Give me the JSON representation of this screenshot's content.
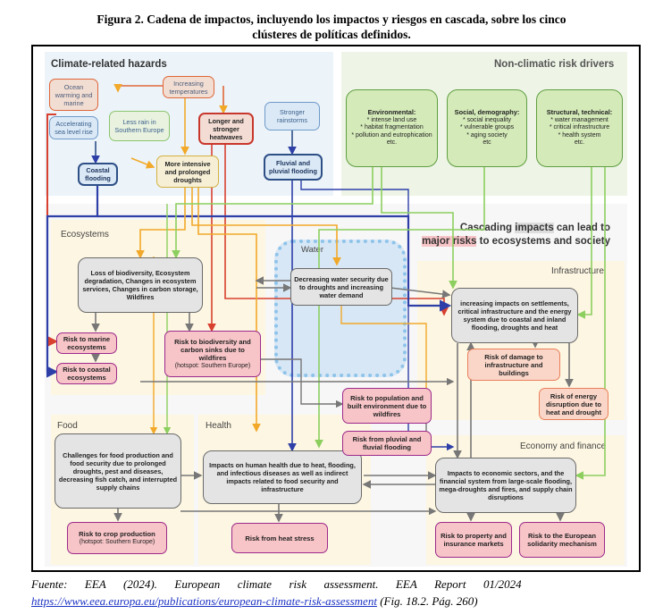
{
  "figure": {
    "caption_line1": "Figura 2. Cadena de impactos, incluyendo los impactos y riesgos en cascada, sobre los cinco",
    "caption_line2": "clústeres de políticas definidos."
  },
  "hazards": {
    "title": "Climate-related hazards",
    "ocean_warming": "Ocean warming and marine",
    "increasing_temperatures": "Increasing temperatures",
    "sea_level": "Accelerating sea level rise",
    "less_rain": "Less rain in Southern Europe",
    "heatwaves": "Longer and stronger heatwaves",
    "rainstorms": "Stronger rainstorms",
    "coastal_flooding": "Coastal flooding",
    "droughts": "More intensive and prolonged droughts",
    "fluvial_flooding": "Fluvial and pluvial flooding"
  },
  "drivers": {
    "title": "Non-climatic  risk drivers",
    "environmental": {
      "title": "Environmental:",
      "items": [
        "* intense land use",
        "* habitat fragmentation",
        "* pollution and eutrophication",
        "etc."
      ]
    },
    "social": {
      "title": "Social, demography:",
      "items": [
        "* social inequality",
        "* vulnerable groups",
        "* aging society",
        "etc"
      ]
    },
    "structural": {
      "title": "Structural, technical:",
      "items": [
        "* water management",
        "* critical infrastructure",
        "* health system",
        "etc."
      ]
    }
  },
  "cascade": {
    "title_part1": "Cascading ",
    "title_hl1": "impacts",
    "title_part2": " can lead to",
    "title_hl2": "major risks",
    "title_part3": " to ecosystems and society"
  },
  "regions": {
    "ecosystems": "Ecosystems",
    "water": "Water",
    "infrastructure": "Infrastructure",
    "food": "Food",
    "health": "Health",
    "economy": "Economy and finance"
  },
  "nodes": {
    "biodiversity": "Loss of biodiversity, Ecosystem degradation, Changes in ecosystem services, Changes in carbon storage, Wildfires",
    "water_security": "Decreasing water security due to droughts and increasing water demand",
    "infra_impacts": "increasing impacts on settlements, critical infrastructure and the energy system due to coastal and inland flooding, droughts and heat",
    "food_challenges": "Challenges for food production and food security due to prolonged droughts, pest and diseases, decreasing fish catch, and interrupted supply chains",
    "health_impacts": "Impacts on human health due to heat, flooding, and infectious diseases as well as indirect impacts related to food security and infrastructure",
    "economic_impacts": "Impacts to economic sectors, and the financial system from large-scale flooding, mega-droughts and fires, and supply chain disruptions"
  },
  "risks": {
    "marine": "Risk to marine ecosystems",
    "coastal": "Risk to coastal ecosystems",
    "biodiversity_carbon": "Risk to biodiversity and carbon sinks due to wildfires",
    "biodiversity_hotspot": "(hotspot: Southern Europe)",
    "population": "Risk to population and built environment due to wildfires",
    "pluvial": "Risk from pluvial and fluvial flooding",
    "infra_damage": "Risk of damage to infrastructure and buildings",
    "energy": "Risk of energy disruption due to heat and drought",
    "crop": "Risk to crop production",
    "crop_hotspot": "(hotspot: Southern Europe)",
    "heat_stress": "Risk from heat stress",
    "property": "Risk to property and insurance markets",
    "solidarity": "Risk to the European solidarity mechanism"
  },
  "source": {
    "line1": "Fuente:      EEA      (2024).      European      climate      risk      assessment.      EEA      Report      01/2024",
    "url": "https://www.eea.europa.eu/publications/european-climate-risk-assessment",
    "suffix": " (Fig. 18.2. Pág. 260)"
  },
  "colors": {
    "pink_fill": "#f7c4c7",
    "pink_border": "#9c2a8c",
    "orange_arrow": "#f2a92a",
    "red_arrow": "#d8402f",
    "blue_arrow": "#2e3fa8",
    "green_arrow": "#8ccf5f",
    "grey_arrow": "#777777"
  }
}
